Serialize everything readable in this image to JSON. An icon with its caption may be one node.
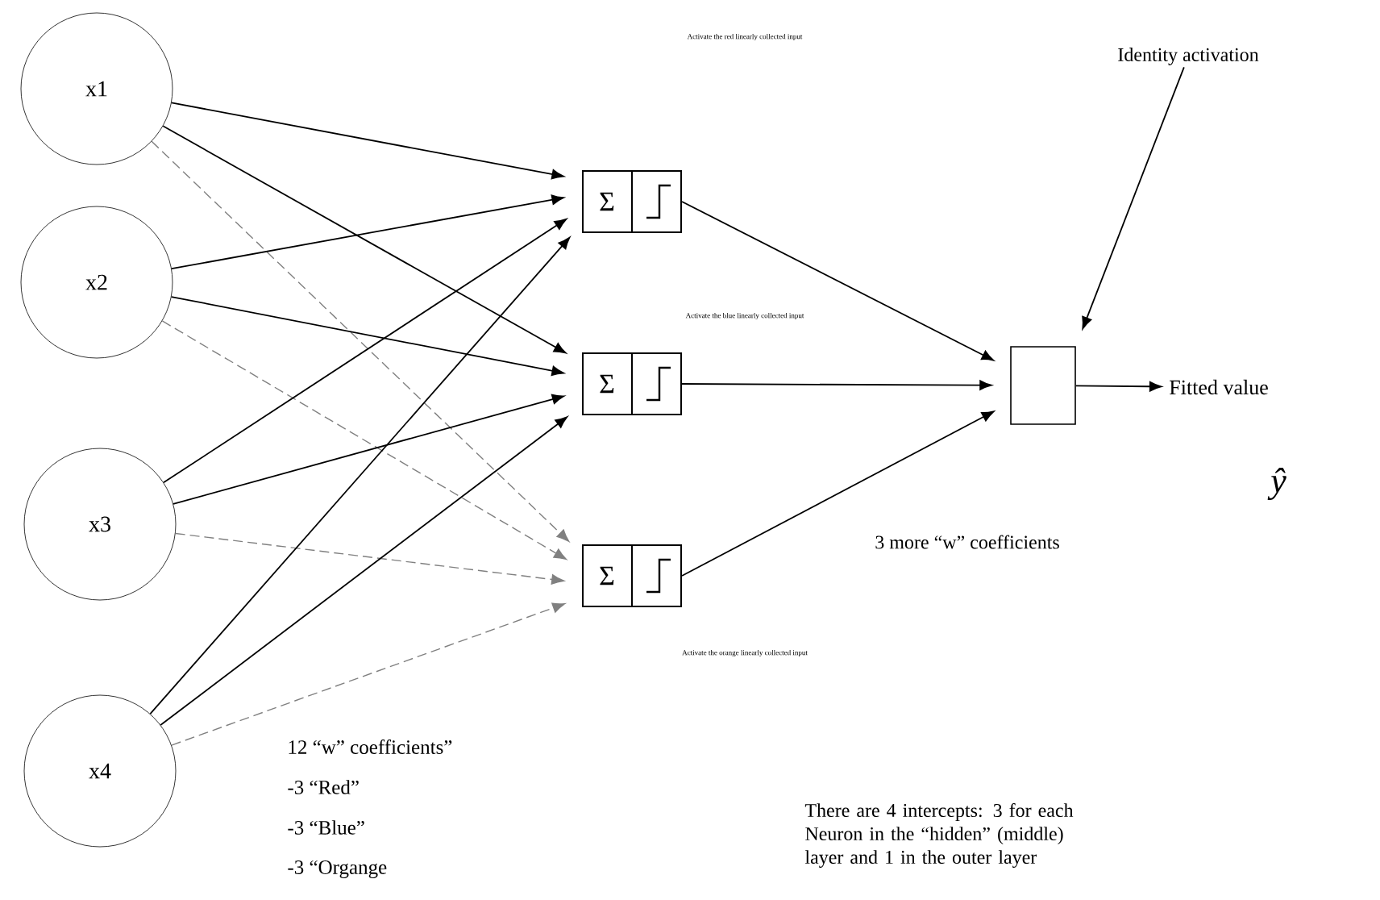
{
  "diagram": {
    "nodes": [
      {
        "text": [
          "x1"
        ]
      },
      {
        "text": [
          "x2"
        ]
      },
      {
        "text": [
          "x3"
        ]
      },
      {
        "text": [
          "x4"
        ]
      },
      {
        "text": [
          "Σ"
        ]
      },
      {
        "text": [
          "Σ"
        ]
      },
      {
        "text": [
          "Σ"
        ]
      },
      {
        "text": [],
        "shape": "box"
      },
      {
        "text": [
          "Fitted value"
        ]
      },
      {
        "text": [
          "Identity activation"
        ]
      }
    ],
    "edges": [
      {
        "from": 0,
        "to": 4,
        "arrow": "to"
      },
      {
        "from": 0,
        "to": 5,
        "arrow": "to"
      },
      {
        "from": 0,
        "to": 6,
        "arrow": "to",
        "style": "dashed",
        "color": "#808080"
      },
      {
        "from": 1,
        "to": 4,
        "arrow": "to"
      },
      {
        "from": 1,
        "to": 5,
        "arrow": "to"
      },
      {
        "from": 1,
        "to": 6,
        "arrow": "to",
        "style": "dashed",
        "color": "#808080"
      },
      {
        "from": 2,
        "to": 4,
        "arrow": "to"
      },
      {
        "from": 2,
        "to": 5,
        "arrow": "to"
      },
      {
        "from": 2,
        "to": 6,
        "arrow": "to",
        "style": "dashed",
        "color": "#808080"
      },
      {
        "from": 3,
        "to": 4,
        "arrow": "to"
      },
      {
        "from": 3,
        "to": 5,
        "arrow": "to"
      },
      {
        "from": 3,
        "to": 6,
        "arrow": "to",
        "style": "dashed",
        "color": "#808080"
      },
      {
        "from": 4,
        "to": 7,
        "arrow": "to"
      },
      {
        "from": 5,
        "to": 7,
        "arrow": "to"
      },
      {
        "from": 6,
        "to": 7,
        "arrow": "to"
      },
      {
        "from": 7,
        "to": 8,
        "arrow": "to"
      },
      {
        "from": 9,
        "to": 7,
        "arrow": "to"
      }
    ],
    "labels": [
      "Activate the red linearly collected input",
      "Activate the blue linearly collected input",
      "ŷ",
      "3 more “w” coefficients",
      "Activate the orange linearly collected input",
      "12 “w” coefficients”",
      "-3 “Red”",
      "-3 “Blue”",
      "-3 “Organge",
      "There are 4 intercepts: 3 for each Neuron in the “hidden” (middle) layer and 1 in the outer layer"
    ]
  }
}
